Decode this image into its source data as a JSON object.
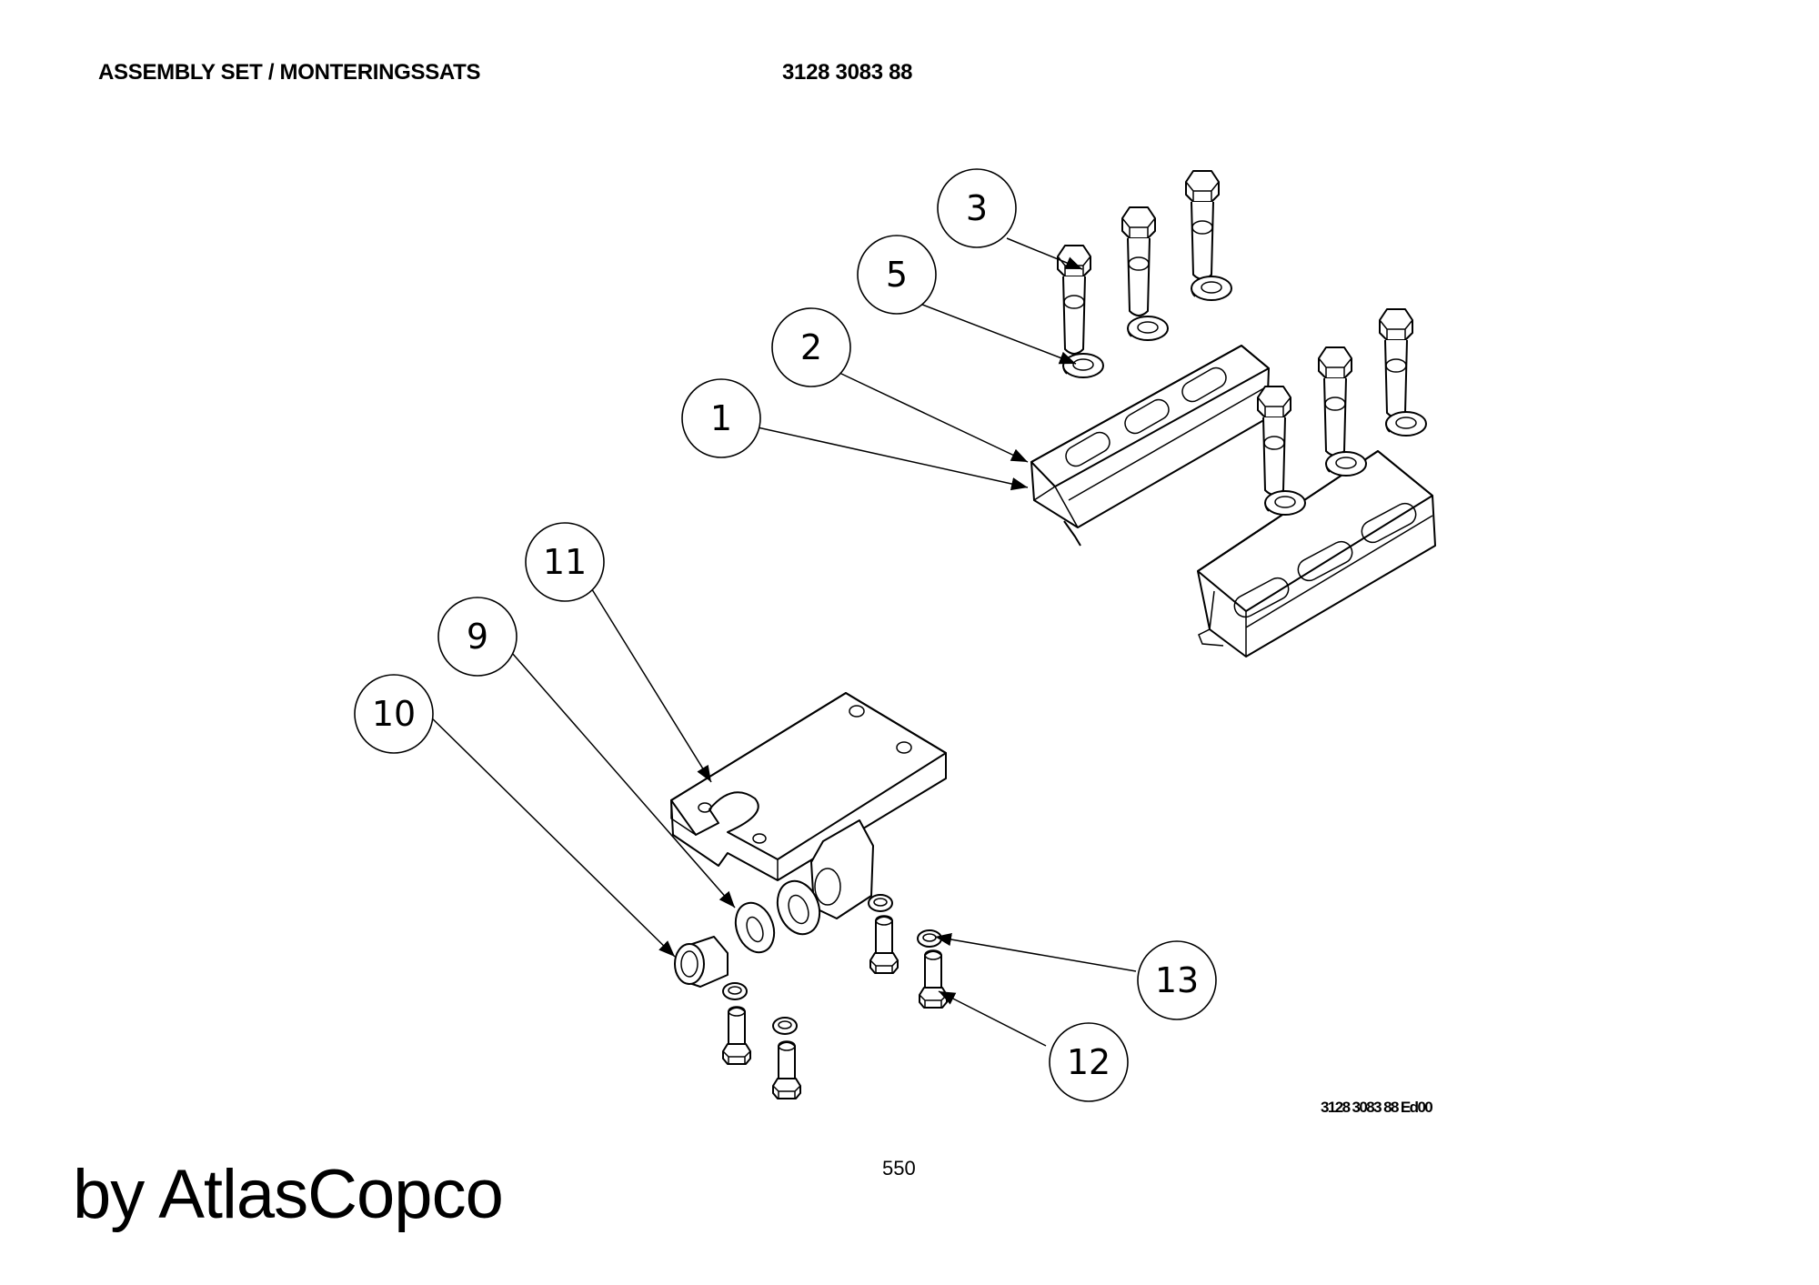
{
  "header": {
    "title": "ASSEMBLY SET / MONTERINGSSATS",
    "part_number": "3128 3083 88"
  },
  "drawing": {
    "callouts": [
      {
        "label": "1"
      },
      {
        "label": "2"
      },
      {
        "label": "3"
      },
      {
        "label": "5"
      },
      {
        "label": "9"
      },
      {
        "label": "10"
      },
      {
        "label": "11"
      },
      {
        "label": "12"
      },
      {
        "label": "13"
      }
    ],
    "reference": "3128 3083 88 Ed00"
  },
  "footer": {
    "page_number": "550",
    "brand": "by AtlasCopco"
  }
}
